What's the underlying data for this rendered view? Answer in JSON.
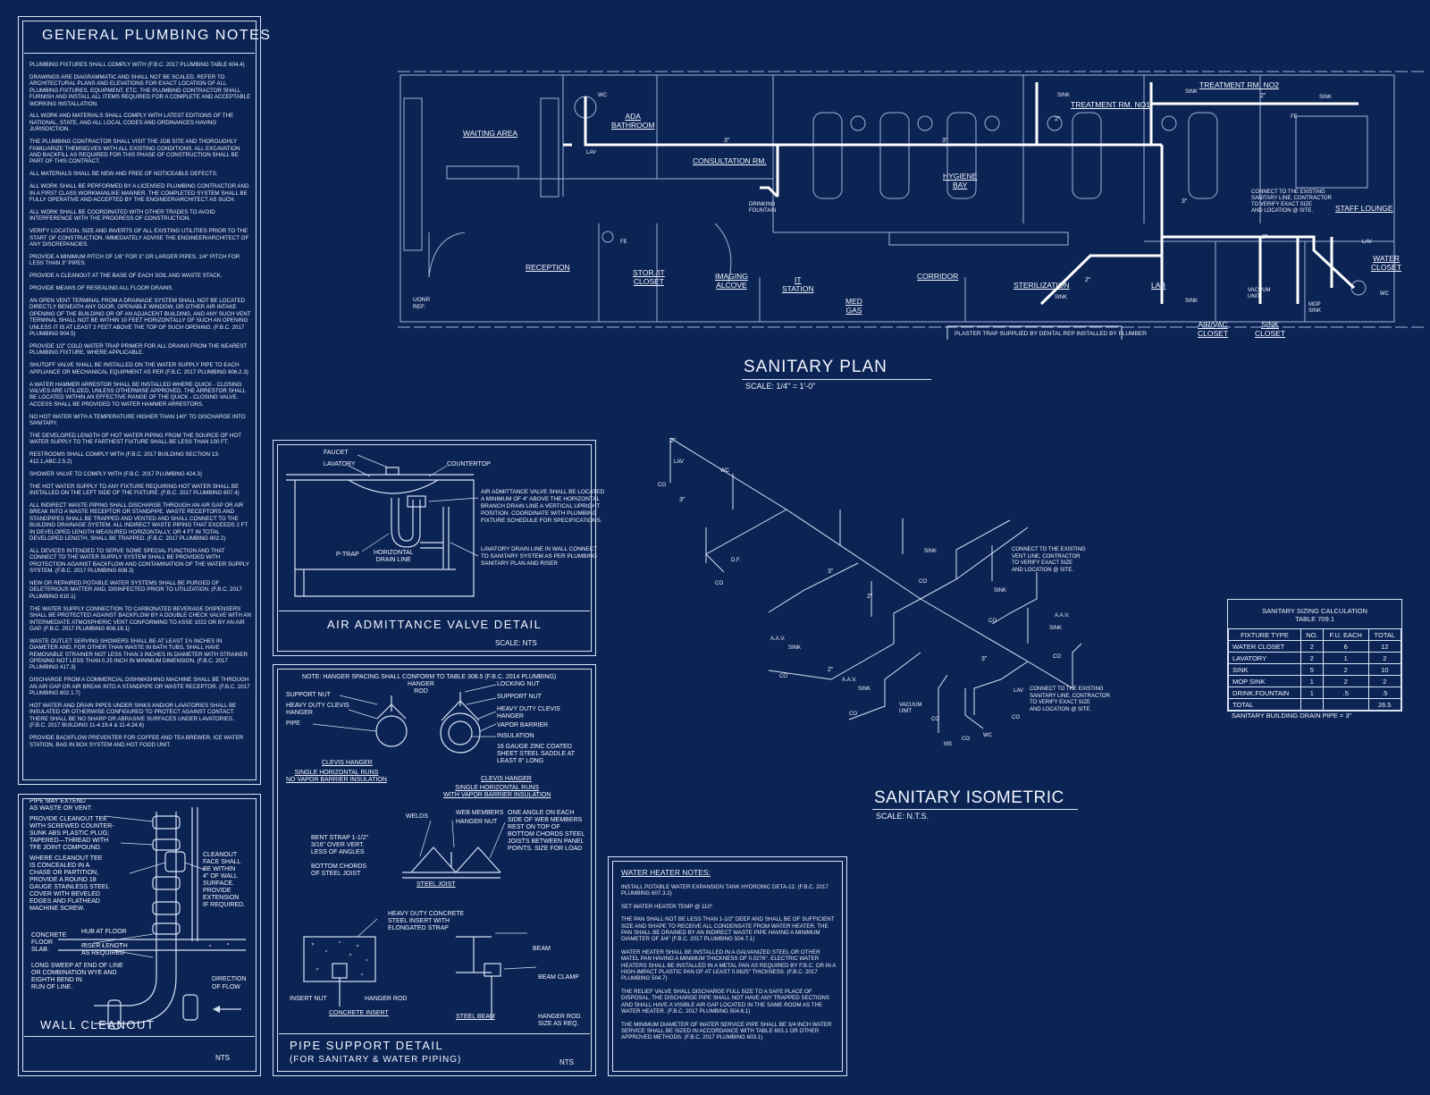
{
  "general_notes": {
    "title": "GENERAL PLUMBING NOTES",
    "items": [
      "PLUMBING FIXTURES SHALL COMPLY WITH (F.B.C. 2017 PLUMBING TABLE 604.4)",
      "DRAWINGS ARE DIAGRAMMATIC AND SHALL NOT BE SCALED. REFER TO ARCHITECTURAL PLANS AND ELEVATIONS FOR EXACT LOCATION OF ALL PLUMBING FIXTURES, EQUIPMENT, ETC. THE PLUMBING CONTRACTOR SHALL FURNISH AND INSTALL ALL ITEMS REQUIRED FOR A COMPLETE AND ACCEPTABLE WORKING INSTALLATION.",
      "ALL WORK AND MATERIALS SHALL COMPLY WITH LATEST EDITIONS OF THE NATIONAL, STATE, AND ALL LOCAL CODES AND ORDINANCES HAVING JURISDICTION.",
      "THE PLUMBING CONTRACTOR SHALL VISIT THE JOB SITE AND THOROUGHLY FAMILIARIZE THEMSELVES WITH ALL EXISTING CONDITIONS. ALL EXCAVATION AND BACKFILL AS REQUIRED FOR THIS PHASE OF CONSTRUCTION SHALL BE PART OF THIS CONTRACT.",
      "ALL MATERIALS SHALL BE NEW AND FREE OF NOTICEABLE DEFECTS.",
      "ALL WORK SHALL BE PERFORMED BY A LICENSED PLUMBING CONTRACTOR AND IN A FIRST CLASS WORKMANLIKE MANNER. THE COMPLETED SYSTEM SHALL BE FULLY OPERATIVE AND ACCEPTED BY THE ENGINEER/ARCHITECT AS SUCH.",
      "ALL WORK SHALL BE COORDINATED WITH OTHER TRADES TO AVOID INTERFERENCE WITH THE PROGRESS OF CONSTRUCTION.",
      "VERIFY LOCATION, SIZE AND INVERTS OF ALL EXISTING UTILITIES PRIOR TO THE START OF CONSTRUCTION. IMMEDIATELY ADVISE THE ENGINEER/ARCHITECT OF ANY DISCREPANCIES.",
      "PROVIDE A MINIMUM PITCH OF 1/8\" FOR 3\" OR LARGER PIPES, 1/4\" PITCH FOR LESS THAN 3\" PIPES.",
      "PROVIDE A CLEANOUT AT THE BASE OF EACH SOIL AND WASTE STACK.",
      "PROVIDE MEANS OF RESEALING ALL FLOOR DRAINS.",
      "AN OPEN VENT TERMINAL FROM A DRAINAGE SYSTEM SHALL NOT BE LOCATED DIRECTLY BENEATH ANY DOOR, OPENABLE WINDOW, OR OTHER AIR INTAKE OPENING OF THE BUILDING OR OF AN ADJACENT BUILDING, AND ANY SUCH VENT TERMINAL SHALL NOT BE WITHIN 10 FEET HORIZONTALLY OF SUCH AN OPENING UNLESS IT IS AT LEAST 2 FEET ABOVE THE TOP OF SUCH OPENING. (F.B.C. 2017 PLUMBING 904.5)",
      "PROVIDE 1/2\" COLD WATER TRAP PRIMER FOR ALL DRAINS FROM THE NEAREST PLUMBING FIXTURE, WHERE APPLICABLE.",
      "SHUTOFF VALVE SHALL BE INSTALLED ON THE WATER SUPPLY PIPE TO EACH APPLIANCE OR MECHANICAL EQUIPMENT AS PER (F.B.C. 2017 PLUMBING 606.2.3)",
      "A WATER HAMMER ARRESTOR SHALL BE INSTALLED WHERE QUICK - CLOSING VALVES ARE UTILIZED, UNLESS OTHERWISE APPROVED. THE ARRESTOR SHALL BE LOCATED WITHIN AN EFFECTIVE RANGE OF THE QUICK - CLOSING VALVE. ACCESS SHALL BE PROVIDED TO WATER HAMMER ARRESTORS.",
      "NO HOT WATER WITH A TEMPERATURE HIGHER THAN 140° TO DISCHARGE INTO SANITARY.",
      "THE DEVELOPED LENGTH OF HOT WATER PIPING FROM THE SOURCE OF HOT WATER SUPPLY TO THE FARTHEST FIXTURE SHALL BE LESS THAN 100 FT.",
      "RESTROOMS SHALL COMPLY WITH (F.B.C. 2017 BUILDING SECTION 13-412.1,ABC.2.5.2)",
      "SHOWER VALVE TO COMPLY WITH (F.B.C. 2017 PLUMBING 424.3)",
      "THE HOT WATER SUPPLY TO ANY FIXTURE REQUIRING HOT WATER SHALL BE INSTALLED ON THE LEFT SIDE OF THE FIXTURE. (F.B.C. 2017 PLUMBING 607.4)",
      "ALL INDIRECT WASTE PIPING SHALL DISCHARGE THROUGH AN AIR GAP OR AIR BREAK INTO A WASTE RECEPTOR OR STANDPIPE. WASTE RECEPTORS AND STANDPIPES SHALL BE TRAPPED AND VENTED AND SHALL CONNECT TO THE BUILDING DRAINAGE SYSTEM. ALL INDIRECT WASTE PIPING THAT EXCEEDS 2 FT IN DEVELOPED LENGTH MEASURED HORIZONTALLY, OR 4 FT IN TOTAL DEVELOPED LENGTH, SHALL BE TRAPPED. (F.B.C. 2017 PLUMBING 802.2)",
      "ALL DEVICES INTENDED TO SERVE SOME SPECIAL FUNCTION AND THAT CONNECT TO THE WATER SUPPLY SYSTEM SHALL BE PROVIDED WITH PROTECTION AGAINST BACKFLOW AND CONTAMINATION OF THE WATER SUPPLY SYSTEM. (F.B.C. 2017 PLUMBING 608.3)",
      "NEW OR REPAIRED POTABLE WATER SYSTEMS SHALL BE PURGED OF DELETERIOUS MATTER AND, DISINFECTED PRIOR TO UTILIZATION. (F.B.C. 2017 PLUMBING 610.1)",
      "THE WATER SUPPLY CONNECTION TO CARBONATED BEVERAGE DISPENSERS SHALL BE PROTECTED AGAINST BACKFLOW BY A DOUBLE CHECK VALVE WITH AN INTERMEDIATE ATMOSPHERIC VENT CONFORMING TO ASSE 1022 OR BY AN AIR GAP. (F.B.C. 2017 PLUMBING 608.16.1)",
      "WASTE OUTLET SERVING SHOWERS SHALL BE AT LEAST 1½ INCHES IN DIAMETER AND, FOR OTHER THAN WASTE IN BATH TUBS, SHALL HAVE REMOVABLE STRAINER NOT LESS THAN 3 INCHES IN DIAMETER WITH STRAINER OPENING NOT LESS THAN 0.25 INCH IN MINIMUM DIMENSION. (F.B.C. 2017 PLUMBING 417.3)",
      "DISCHARGE FROM A COMMERCIAL DISHWASHING MACHINE SHALL BE THROUGH AN AIR GAP OR AIR BREAK INTO A STANDPIPE OR WASTE RECEPTOR. (F.B.C. 2017 PLUMBING 802.1.7)",
      "HOT WATER AND DRAIN PIPES UNDER SINKS AND/OR LAVATORIES SHALL BE INSULATED OR OTHERWISE CONFIGURED TO PROTECT AGAINST CONTACT. THERE SHALL BE NO SHARP OR ABRASIVE SURFACES UNDER LAVATORIES. (F.B.C. 2017 BUILDING 11-4.19.4 & 11-4.24.6)",
      "PROVIDE BACKFLOW PREVENTER FOR COFFEE AND TEA BREWER, ICE WATER STATION, BAG IN BOX SYSTEM AND HOT FOOD UNIT."
    ]
  },
  "wall_cleanout": {
    "title": "WALL CLEANOUT",
    "scale": "NTS",
    "labels": {
      "pipe_extend": "PIPE MAY EXTEND\nAS WASTE OR VENT.",
      "provide_tee": "PROVIDE CLEANOUT TEE\nWITH SCREWED COUNTER-\nSUNK ABS PLASTIC PLUG;\nTAPERED—THREAD WITH\nTFE JOINT COMPOUND.",
      "concealed": "WHERE CLEANOUT TEE\nIS CONCEALED IN A\nCHASE OR PARTITION,\nPROVIDE A ROUND 18\nGAUGE STAINLESS STEEL\nCOVER WITH BEVELED\nEDGES AND FLATHEAD\nMACHINE SCREW.",
      "face": "CLEANOUT\nFACE SHALL\nBE WITHIN\n4\" OF WALL\nSURFACE.\nPROVIDE\nEXTENSION\nIF REQUIRED.",
      "slab": "CONCRETE\nFLOOR\nSLAB.",
      "hub": "HUB AT FLOOR",
      "riser": "RISER LENGTH\nAS REQUIRED",
      "sweep": "LONG SWEEP AT END OF LINE\nOR COMBINATION WYE AND\nEIGHTH BEND IN\nRUN OF LINE.",
      "direction": "DIRECTION\nOF FLOW"
    }
  },
  "aav_detail": {
    "title": "AIR ADMITTANCE VALVE DETAIL",
    "scale": "SCALE: NTS",
    "labels": {
      "faucet": "FAUCET",
      "lavatory": "LAVATORY",
      "countertop": "COUNTERTOP",
      "ptrap": "P-TRAP",
      "horizontal": "HORIZONTAL\nDRAIN LINE",
      "aav_note": "AIR ADMITTANCE VALVE SHALL BE LOCATED\nA MINIMUM OF 4\" ABOVE THE HORIZONTAL\nBRANCH DRAIN LINE A VERTICAL UPRIGHT\nPOSITION. COORDINATE WITH PLUMBING\nFIXTURE SCHEDULE FOR SPECIFICATIONS.",
      "lav_note": "LAVATORY DRAIN LINE IN WALL CONNECT\nTO SANITARY SYSTEM AS PER PLUMBING\nSANITARY PLAN AND RISER"
    }
  },
  "pipe_support": {
    "title": "PIPE SUPPORT  DETAIL",
    "subtitle": "(FOR SANITARY & WATER PIPING)",
    "scale": "NTS",
    "note": "NOTE: HANGER SPACING SHALL CONFORM TO TABLE 308.5 (F.B.C. 2014 PLUMBING)",
    "labels": {
      "support_nut": "SUPPORT NUT",
      "clevis": "HEAVY DUTY CLEVIS\nHANGER",
      "pipe": "PIPE",
      "hanger_rod": "HANGER\nROD",
      "locking_nut": "LOCKING NUT",
      "support_nut2": "SUPPORT NUT",
      "clevis2": "HEAVY DUTY CLEVIS\nHANGER",
      "vapor": "VAPOR BARRIER",
      "insulation": "INSULATION",
      "saddle": "16 GAUGE ZINC COATED\nSHEET STEEL SADDLE AT\nLEAST 8\" LONG",
      "clevis_title1": "CLEVIS HANGER",
      "clevis_sub1": "SINGLE HORIZONTAL RUNS\nNO VAPOR BARRIER INSULATION",
      "clevis_title2": "CLEVIS HANGER",
      "clevis_sub2": "SINGLE HORIZONTAL RUNS\nWITH VAPOR BARRIER INSULATION",
      "welds": "WELDS",
      "web": "WEB MEMBERS",
      "hanger_nut": "HANGER NUT",
      "one_angle": "ONE ANGLE ON EACH\nSIDE OF WEB MEMBERS\nREST ON TOP OF\nBOTTOM CHORDS STEEL\nJOISTS BETWEEN PANEL\nPOINTS. SIZE FOR LOAD",
      "bent_strap": "BENT STRAP 1-1/2\"\n3/16\" OVER VERT.\nLESS OF ANGLES",
      "bottom_chords": "BOTTOM CHORDS\nOF STEEL JOIST",
      "steel_joist": "STEEL JOIST",
      "concrete_insert_note": "HEAVY DUTY CONCRETE\nSTEEL INSERT WITH\nELONGATED STRAP",
      "insert_nut": "INSERT NUT",
      "hanger_rod2": "HANGER ROD",
      "concrete_insert": "CONCRETE INSERT",
      "beam": "BEAM",
      "beam_clamp": "BEAM CLAMP",
      "hanger_rod_size": "HANGER ROD.\nSIZE AS REQ.",
      "steel_beam": "STEEL BEAM"
    }
  },
  "sanitary_plan": {
    "title": "SANITARY  PLAN",
    "scale": "SCALE: 1/4\" = 1'-0\"",
    "plaster_note": "PLASTER TRAP SUPPLIED BY DENTAL REP INSTALLED BY PLUMBER",
    "connect_note": "CONNECT TO THE EXISTING\nSANITARY LINE, CONTRACTOR\nTO VERIFY EXACT SIZE\nAND LOCATION @ SITE.",
    "rooms": {
      "waiting": "WAITING AREA",
      "ada": "ADA\nBATHROOM",
      "consult": "CONSULTATION RM.",
      "hygiene": "HYGIENE\nBAY",
      "treat1": "TREATMENT RM. NO1",
      "treat2": "TREATMENT RM. NO2",
      "staff": "STAFF LOUNGE",
      "water_closet": "WATER\nCLOSET",
      "reception": "RECEPTION",
      "stor": "STOR./IT\nCLOSET",
      "imaging": "IMAGING\nALCOVE",
      "it": "IT\nSTATION",
      "med_gas": "MED\nGAS",
      "corridor": "CORRIDOR",
      "steril": "STERILIZATION",
      "lab": "LAB",
      "airvac": "AIR/VAC\nCLOSET",
      "sink_closet": "SINK\nCLOSET",
      "uonr": "UONR\nREF.",
      "fountain": "DRINKING\nFOUNTAIN"
    },
    "tags": {
      "wc": "WC",
      "lav": "LAV",
      "sink": "SINK",
      "fe": "FE",
      "vacuum": "VACUUM\nUNIT",
      "mop": "MOP\nSINK",
      "pipe3": "3\"",
      "pipe2": "2\""
    }
  },
  "isometric": {
    "title": "SANITARY ISOMETRIC",
    "scale": "SCALE: N.T.S.",
    "connect_vent": "CONNECT TO THE EXISTING\nVENT LINE, CONTRACTOR\nTO VERIFY EXACT SIZE\nAND LOCATION @ SITE.",
    "connect_sanitary": "CONNECT TO THE EXISTING\nSANITARY LINE, CONTRACTOR\nTO VERIFY EXACT SIZE\nAND LOCATION @ SITE.",
    "tags": {
      "lav": "LAV",
      "wc": "WC",
      "co": "CO",
      "sink": "SINK",
      "df": "D.F.",
      "aav": "A.A.V.",
      "vacuum": "VACUUM\nUNIT",
      "ms": "MS",
      "pipe2": "2\"",
      "pipe3": "3\""
    }
  },
  "sizing_table": {
    "title": "SANITARY SIZING CALCULATION",
    "subtitle": "TABLE 709.1",
    "headers": [
      "FIXTURE TYPE",
      "NO.",
      "F.U. EACH",
      "TOTAL"
    ],
    "rows": [
      [
        "WATER CLOSET",
        "2",
        "6",
        "12"
      ],
      [
        "LAVATORY",
        "2",
        "1",
        "2"
      ],
      [
        "SINK",
        "5",
        "2",
        "10"
      ],
      [
        "MOP SINK",
        "1",
        "2",
        "2"
      ],
      [
        "DRINK.FOUNTAIN",
        "1",
        ".5",
        ".5"
      ]
    ],
    "total_label": "TOTAL",
    "total_value": "26.5",
    "footer": "SANITARY BUILDING DRAIN PIPE = 3\""
  },
  "water_heater": {
    "title": "WATER HEATER NOTES:",
    "items": [
      "INSTALL POTABLE WATER EXPANSION TANK HYDRONIC DETA-12. (F.B.C. 2017 PLUMBING 607.3.2)",
      "SET WATER HEATER TEMP @ 110°",
      "THE PAN SHALL NOT BE LESS THAN 1-1/2\" DEEP AND SHALL BE OF SUFFICIENT SIZE AND SHAPE TO RECEIVE ALL CONDENSATE FROM WATER HEATER. THE PAN SHALL BE DRAINED BY AN INDIRECT WASTE PIPE HAVING A MINIMUM DIAMETER OF 3/4\" (F.B.C. 2017 PLUMBING 504.7.1)",
      "WATER HEATER SHALL BE INSTALLED IN A GALVANIZED STEEL OR OTHER MATEL PAN HAVING A MINIMUM THICKNESS OF 0.0276\". ELECTRIC WATER HEATERS SHALL BE INSTALLED IN A METAL PAN AS REQUIRED BY F.B.C. OR IN A HIGH-IMPACT PLASTIC PAN OF AT LEAST 0.0625\" THICKNESS. (F.B.C. 2017 PLUMBING 504.7)",
      "THE RELIEF VALVE SHALL DISCHARGE FULL SIZE TO A SAFE PLACE OF DISPOSAL. THE DISCHARGE PIPE SHALL NOT HAVE ANY TRAPPED SECTIONS AND SHALL HAVE A VISIBLE AIR GAP LOCATED IN THE SAME ROOM AS THE WATER HEATER. (F.B.C. 2017 PLUMBING 504.6.1)",
      "THE MINIMUM DIAMETER OF WATER SERVICE PIPE SHALL BE 3/4 INCH WATER SERVICE SHALL BE SIZED IN ACCORDANCE WITH TABLE 603.1 OR OTHER APPROVED METHODS. (F.B.C. 2017 PLUMBING 603.1)"
    ]
  },
  "colors": {
    "background": "#0c2454",
    "line": "#d8e2f6",
    "pipe": "#ffffff"
  }
}
